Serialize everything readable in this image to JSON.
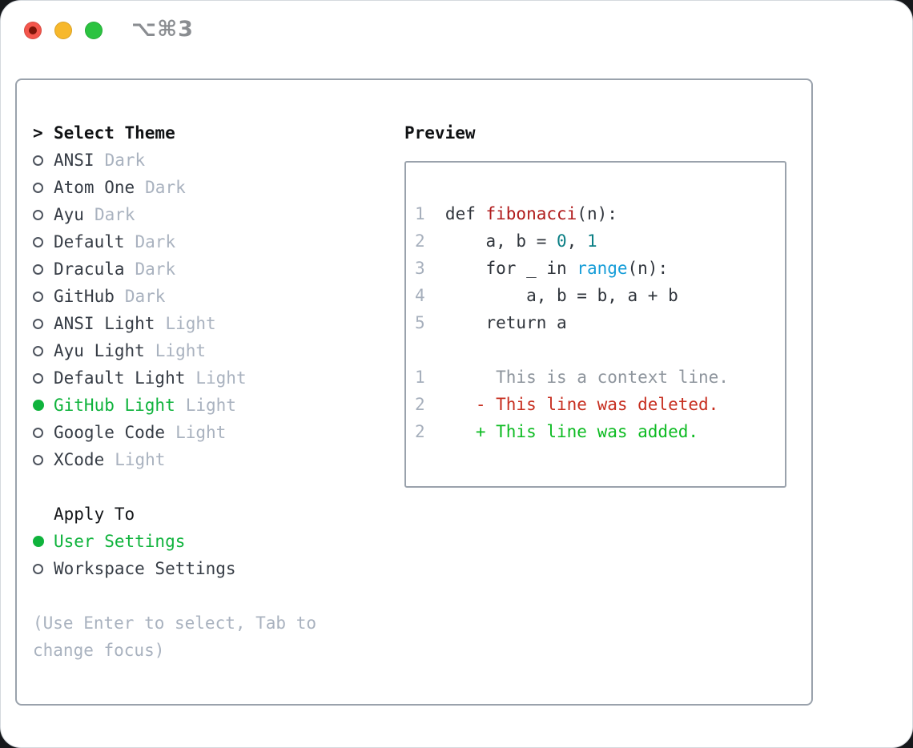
{
  "titlebar": {
    "shortcut": "⌥⌘3"
  },
  "theme_picker": {
    "header_marker": ">",
    "header": "Select Theme",
    "items": [
      {
        "name": "ANSI",
        "tag": "Dark",
        "selected": false
      },
      {
        "name": "Atom One",
        "tag": "Dark",
        "selected": false
      },
      {
        "name": "Ayu",
        "tag": "Dark",
        "selected": false
      },
      {
        "name": "Default",
        "tag": "Dark",
        "selected": false
      },
      {
        "name": "Dracula",
        "tag": "Dark",
        "selected": false
      },
      {
        "name": "GitHub",
        "tag": "Dark",
        "selected": false
      },
      {
        "name": "ANSI Light",
        "tag": "Light",
        "selected": false
      },
      {
        "name": "Ayu Light",
        "tag": "Light",
        "selected": false
      },
      {
        "name": "Default Light",
        "tag": "Light",
        "selected": false
      },
      {
        "name": "GitHub Light",
        "tag": "Light",
        "selected": true
      },
      {
        "name": "Google Code",
        "tag": "Light",
        "selected": false
      },
      {
        "name": "XCode",
        "tag": "Light",
        "selected": false
      }
    ]
  },
  "apply_to": {
    "header": "Apply To",
    "options": [
      {
        "name": "User Settings",
        "selected": true
      },
      {
        "name": "Workspace Settings",
        "selected": false
      }
    ]
  },
  "hint": "(Use Enter to select, Tab to change focus)",
  "preview": {
    "title": "Preview",
    "code_lines": [
      {
        "num": "1",
        "tokens": [
          {
            "t": "def ",
            "c": "code"
          },
          {
            "t": "fibonacci",
            "c": "func"
          },
          {
            "t": "(n):",
            "c": "code"
          }
        ]
      },
      {
        "num": "2",
        "tokens": [
          {
            "t": "    a, b = ",
            "c": "code"
          },
          {
            "t": "0",
            "c": "num"
          },
          {
            "t": ", ",
            "c": "code"
          },
          {
            "t": "1",
            "c": "num"
          }
        ]
      },
      {
        "num": "3",
        "tokens": [
          {
            "t": "    for _ in ",
            "c": "code"
          },
          {
            "t": "range",
            "c": "builtin"
          },
          {
            "t": "(n):",
            "c": "code"
          }
        ]
      },
      {
        "num": "4",
        "tokens": [
          {
            "t": "        a, b = b, a + b",
            "c": "code"
          }
        ]
      },
      {
        "num": "5",
        "tokens": [
          {
            "t": "    return a",
            "c": "code"
          }
        ]
      }
    ],
    "diff_lines": [
      {
        "num": "1",
        "tokens": [
          {
            "t": "     This is a context line.",
            "c": "ctx"
          }
        ]
      },
      {
        "num": "2",
        "tokens": [
          {
            "t": "   - This line was deleted.",
            "c": "del"
          }
        ]
      },
      {
        "num": "2",
        "tokens": [
          {
            "t": "   + This line was added.",
            "c": "add"
          }
        ]
      }
    ]
  },
  "colors": {
    "accent_green": "#0fb33c",
    "diff_added_green": "#0dbb22",
    "diff_deleted_red": "#c72f20",
    "function_red": "#b01b1c",
    "number_teal": "#0b7f85",
    "builtin_blue": "#169dd8",
    "muted_gray": "#a9b2bf",
    "line_number_gray": "#a6afbc",
    "context_gray": "#8e959d",
    "code_dark": "#30353c",
    "heading_ink": "#101214",
    "panel_border": "#9aa2ac",
    "traffic_red": "#f4564c",
    "traffic_yellow": "#f7b82b",
    "traffic_green": "#2bc340"
  }
}
